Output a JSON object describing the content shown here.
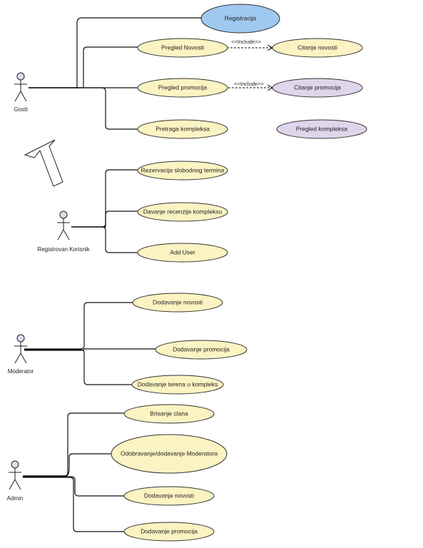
{
  "colors": {
    "usecase_fill": "#fbf3c2",
    "usecase_stroke": "#333333",
    "highlight_blue": "#9fc9f1",
    "highlight_lilac": "#e1d5ec",
    "line": "#111111"
  },
  "actors": {
    "gost": "Gostt",
    "registrovan": "Registrovan Korisnik",
    "moderator": "Moderator",
    "admin": "Admin"
  },
  "use_cases": {
    "registracija": "Registracija",
    "pregled_novosti": "Pregled Novosti",
    "citanje_novosti": "Citanje novosti",
    "pregled_promocija": "Pregled promocija",
    "citanje_promocija": "Citanje promocija",
    "pretraga_kompleksa": "Pretraga kompleksa",
    "pregled_kompleksa": "Pregled kompleksa",
    "rezervacija": "Rezervacija slobodnog termina",
    "davanje_recenzije": "Davanje recenzije kompleksu",
    "add_user": "Add User",
    "mod_dodavanje_novosti": "Dodavanje novosti",
    "mod_dodavanje_promocija": "Dodavanje promocija",
    "mod_dodavanje_terena": "Dodavanje terena u kompleks",
    "brisanje_clana": "Brisanje clana",
    "odobravanje_moderatora": "Odobravanje/dodavanje Moderatora",
    "admin_dodavanje_novosti": "Dodavanje novosti",
    "admin_dodavanje_promocija": "Dodavanje promocija"
  },
  "relations": {
    "include_novosti": "<<Include>>",
    "include_promocija": "<<Include>>"
  }
}
